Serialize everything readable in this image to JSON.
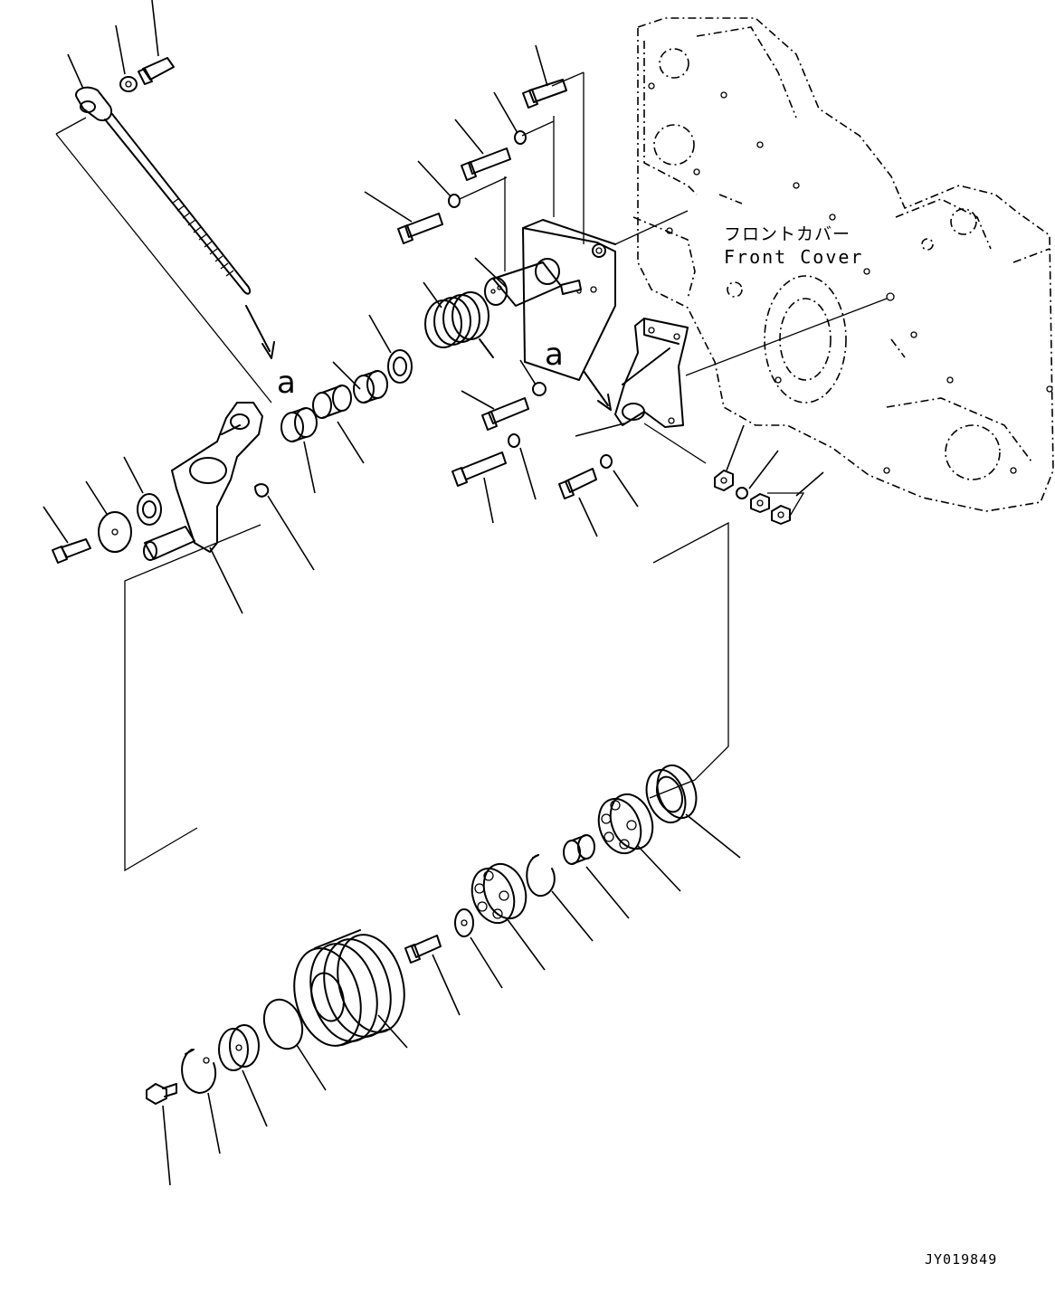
{
  "figure": {
    "part_label_jp": "フロントカバー",
    "part_label_en": "Front Cover",
    "reference_mark_1": "a",
    "reference_mark_2": "a",
    "figure_id": "JY019849"
  }
}
